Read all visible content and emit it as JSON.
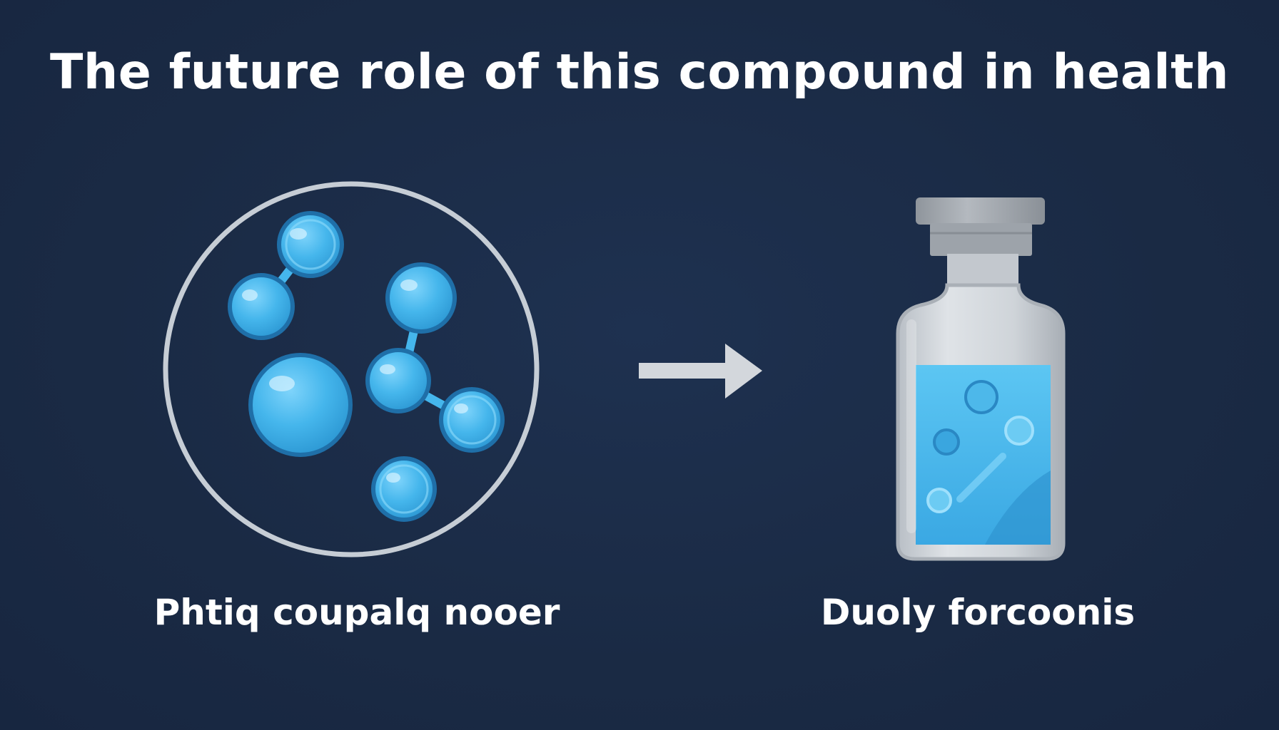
{
  "title": "The future role of this compound in health",
  "left_caption": "Phtiq coupalq nooer",
  "right_caption": "Duoly forcoonis",
  "colors": {
    "background": "#1b2b45",
    "molecule_fill": "#41b3ea",
    "molecule_stroke": "#1f6fa8",
    "frame": "#c9d0d8",
    "arrow": "#d3d7dc",
    "liquid": "#4fbdf0",
    "glass": "#c7ccd2",
    "cap": "#9ea3a9"
  },
  "icons": [
    "molecule-cluster-icon",
    "right-arrow-icon",
    "vial-icon"
  ]
}
